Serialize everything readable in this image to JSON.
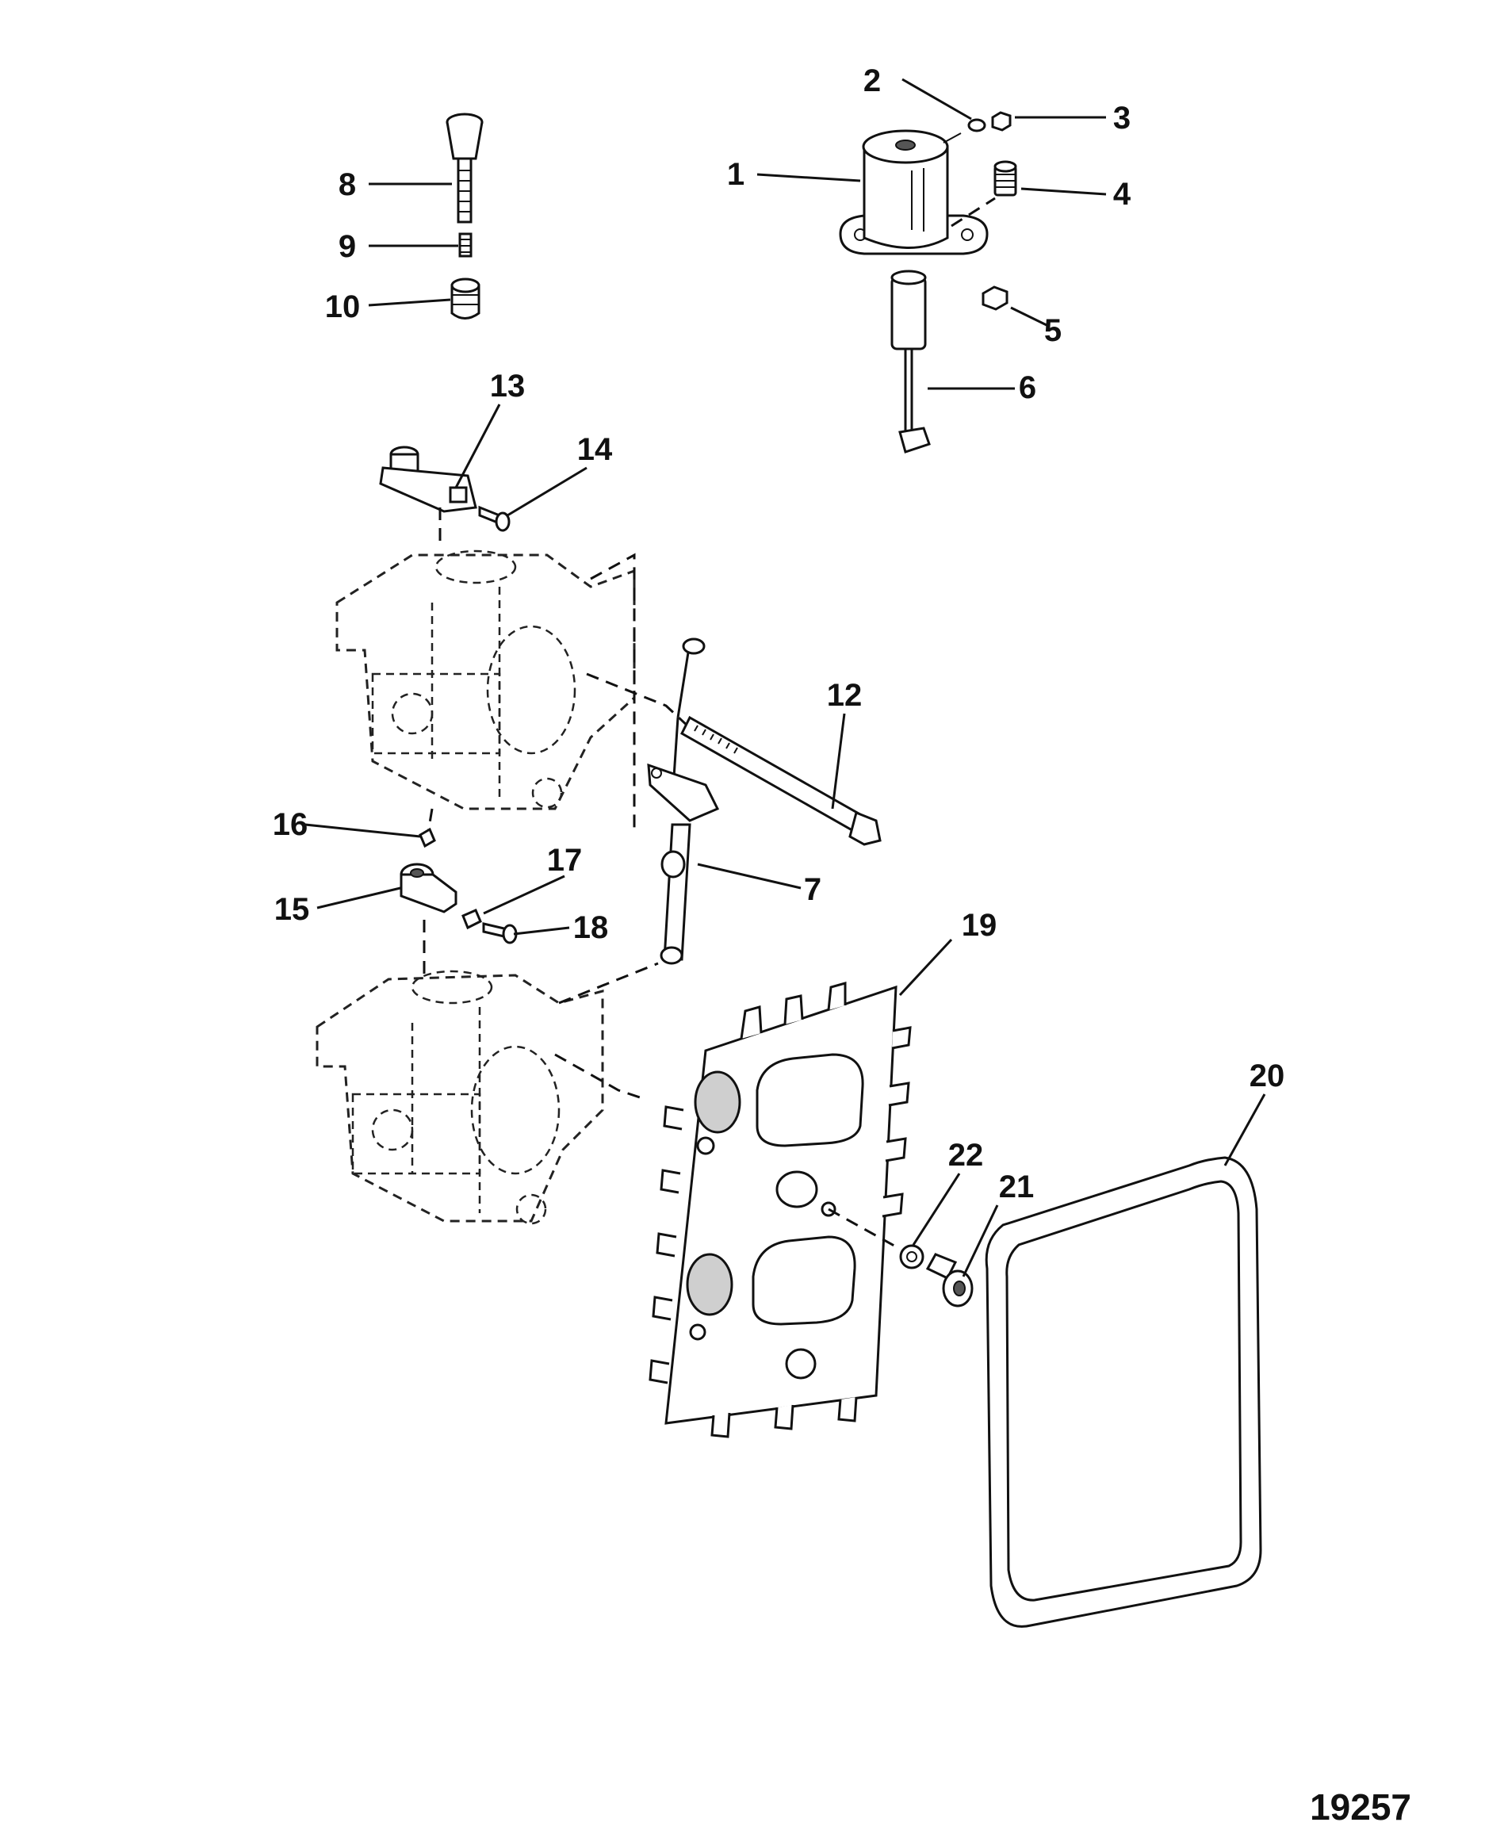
{
  "figure_number": "19257",
  "callouts": [
    {
      "id": "c1",
      "text": "1"
    },
    {
      "id": "c2",
      "text": "2"
    },
    {
      "id": "c3",
      "text": "3"
    },
    {
      "id": "c4",
      "text": "4"
    },
    {
      "id": "c5",
      "text": "5"
    },
    {
      "id": "c6",
      "text": "6"
    },
    {
      "id": "c7",
      "text": "7"
    },
    {
      "id": "c8",
      "text": "8"
    },
    {
      "id": "c9",
      "text": "9"
    },
    {
      "id": "c10",
      "text": "10"
    },
    {
      "id": "c12",
      "text": "12"
    },
    {
      "id": "c13",
      "text": "13"
    },
    {
      "id": "c14",
      "text": "14"
    },
    {
      "id": "c15",
      "text": "15"
    },
    {
      "id": "c16",
      "text": "16"
    },
    {
      "id": "c17",
      "text": "17"
    },
    {
      "id": "c18",
      "text": "18"
    },
    {
      "id": "c19",
      "text": "19"
    },
    {
      "id": "c20",
      "text": "20"
    },
    {
      "id": "c21",
      "text": "21"
    },
    {
      "id": "c22",
      "text": "22"
    }
  ]
}
